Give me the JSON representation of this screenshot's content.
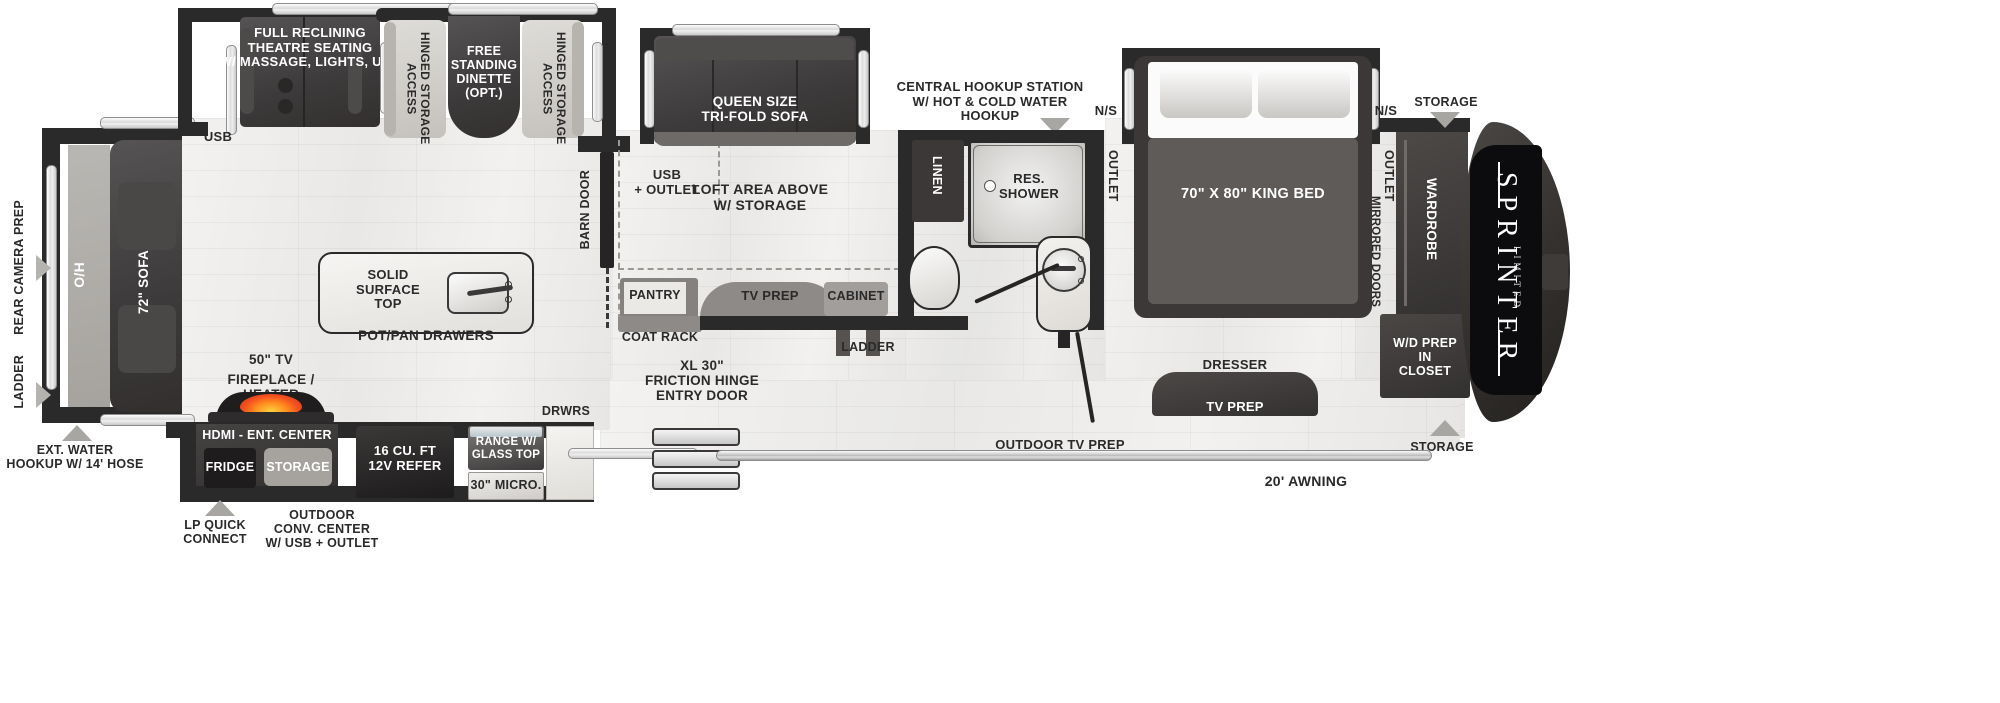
{
  "meta": {
    "brand": "SPRINTER",
    "brand_sub": "LIMITED",
    "type": "rv-floorplan"
  },
  "living_room": {
    "theatre_seating": "FULL RECLINING\nTHEATRE SEATING\nW/ MASSAGE, LIGHTS, USB",
    "usb": "USB",
    "sofa": "72\" SOFA",
    "overhead": "O/H",
    "rear_camera_prep": "REAR CAMERA PREP",
    "ladder": "LADDER",
    "ext_water": "EXT. WATER\nHOOKUP W/ 14' HOSE"
  },
  "dinette": {
    "hinged_storage_left": "HINGED STORAGE\nACCESS",
    "free_standing_dinette": "FREE\nSTANDING\nDINETTE\n(OPT.)",
    "hinged_storage_right": "HINGED STORAGE\nACCESS"
  },
  "kitchen": {
    "solid_surface_top": "SOLID\nSURFACE\nTOP",
    "pot_pan_drawers": "POT/PAN DRAWERS",
    "tv": "50\" TV",
    "fireplace": "FIREPLACE / HEATER",
    "ent_center": "HDMI - ENT. CENTER",
    "fridge": "FRIDGE",
    "storage": "STORAGE",
    "refer": "16 CU. FT\n12V REFER",
    "range": "RANGE W/\nGLASS TOP",
    "micro": "30\" MICRO.",
    "drwrs": "DRWRS",
    "lp_quick_connect": "LP QUICK\nCONNECT",
    "outdoor_conv_center": "OUTDOOR\nCONV. CENTER\nW/ USB + OUTLET"
  },
  "mid_section": {
    "barn_door": "BARN DOOR",
    "usb_outlet": "USB\n+ OUTLET",
    "queen_sofa": "QUEEN SIZE\nTRI-FOLD SOFA",
    "loft_area": "LOFT AREA ABOVE\nW/ STORAGE",
    "pantry": "PANTRY",
    "coat_rack": "COAT RACK",
    "tv_prep": "TV PREP",
    "cabinet": "CABINET",
    "ladder": "LADDER",
    "entry_door": "XL 30\"\nFRICTION HINGE\nENTRY DOOR"
  },
  "bathroom": {
    "central_hookup": "CENTRAL HOOKUP STATION\nW/ HOT & COLD WATER HOOKUP",
    "linen": "LINEN",
    "res_shower": "RES.\nSHOWER"
  },
  "bedroom": {
    "ns_left": "N/S",
    "outlet_left": "OUTLET",
    "king_bed": "70\" X 80\" KING BED",
    "ns_right": "N/S",
    "outlet_right": "OUTLET",
    "mirrored_doors": "MIRRORED DOORS",
    "wardrobe": "WARDROBE",
    "wd_prep": "W/D PREP\nIN\nCLOSET",
    "storage_top": "STORAGE",
    "storage_bottom": "STORAGE",
    "dresser": "DRESSER",
    "tv_prep": "TV PREP"
  },
  "exterior": {
    "outdoor_tv_prep": "OUTDOOR TV PREP",
    "awning": "20'  AWNING"
  },
  "colors": {
    "wall": "#2b2a2a",
    "furniture_dark": "#3c3a3a",
    "furniture_mid": "#a6a39f",
    "floor": "#ecebe9",
    "flame": "#f4511e"
  }
}
